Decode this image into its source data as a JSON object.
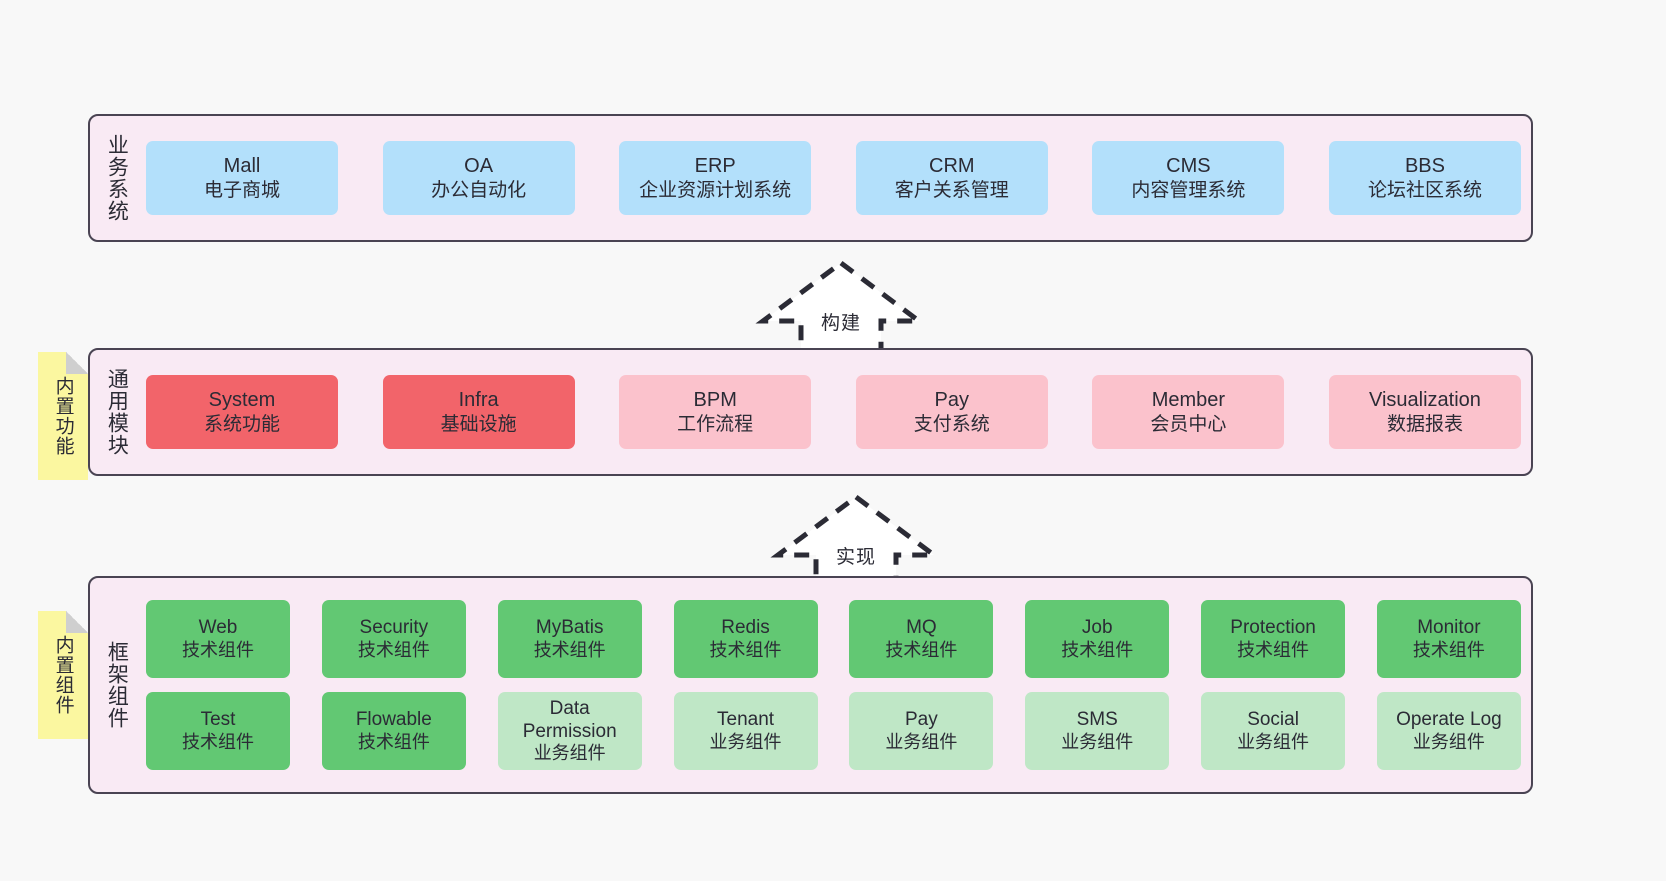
{
  "diagram": {
    "background_color": "#f8f8f8",
    "panel_color": "#f9eaf4",
    "panel_border_color": "#4a4453",
    "note_color": "#fbf7a0"
  },
  "layers": {
    "business": {
      "title": "业务系统",
      "card_color": "#b3e0fb",
      "cards": [
        {
          "en": "Mall",
          "cn": "电子商城"
        },
        {
          "en": "OA",
          "cn": "办公自动化"
        },
        {
          "en": "ERP",
          "cn": "企业资源计划系统"
        },
        {
          "en": "CRM",
          "cn": "客户关系管理"
        },
        {
          "en": "CMS",
          "cn": "内容管理系统"
        },
        {
          "en": "BBS",
          "cn": "论坛社区系统"
        }
      ]
    },
    "common": {
      "title": "通用模块",
      "note": "内置功能",
      "card_color_primary": "#f2646a",
      "card_color_secondary": "#fbc2cc",
      "cards": [
        {
          "en": "System",
          "cn": "系统功能",
          "style": "red"
        },
        {
          "en": "Infra",
          "cn": "基础设施",
          "style": "red"
        },
        {
          "en": "BPM",
          "cn": "工作流程",
          "style": "pink"
        },
        {
          "en": "Pay",
          "cn": "支付系统",
          "style": "pink"
        },
        {
          "en": "Member",
          "cn": "会员中心",
          "style": "pink"
        },
        {
          "en": "Visualization",
          "cn": "数据报表",
          "style": "pink"
        }
      ]
    },
    "framework": {
      "title": "框架组件",
      "note": "内置组件",
      "card_color_primary": "#62c873",
      "card_color_secondary": "#bfe7c6",
      "row1": [
        {
          "en": "Web",
          "cn": "技术组件",
          "style": "green"
        },
        {
          "en": "Security",
          "cn": "技术组件",
          "style": "green"
        },
        {
          "en": "MyBatis",
          "cn": "技术组件",
          "style": "green"
        },
        {
          "en": "Redis",
          "cn": "技术组件",
          "style": "green"
        },
        {
          "en": "MQ",
          "cn": "技术组件",
          "style": "green"
        },
        {
          "en": "Job",
          "cn": "技术组件",
          "style": "green"
        },
        {
          "en": "Protection",
          "cn": "技术组件",
          "style": "green"
        },
        {
          "en": "Monitor",
          "cn": "技术组件",
          "style": "green"
        }
      ],
      "row2": [
        {
          "en": "Test",
          "cn": "技术组件",
          "style": "green"
        },
        {
          "en": "Flowable",
          "cn": "技术组件",
          "style": "green"
        },
        {
          "en": "Data Permission",
          "cn": "业务组件",
          "style": "lgreen"
        },
        {
          "en": "Tenant",
          "cn": "业务组件",
          "style": "lgreen"
        },
        {
          "en": "Pay",
          "cn": "业务组件",
          "style": "lgreen"
        },
        {
          "en": "SMS",
          "cn": "业务组件",
          "style": "lgreen"
        },
        {
          "en": "Social",
          "cn": "业务组件",
          "style": "lgreen"
        },
        {
          "en": "Operate Log",
          "cn": "业务组件",
          "style": "lgreen"
        }
      ]
    }
  },
  "arrows": [
    {
      "id": "build",
      "label": "构建",
      "direction": "up"
    },
    {
      "id": "impl",
      "label": "实现",
      "direction": "up"
    }
  ]
}
